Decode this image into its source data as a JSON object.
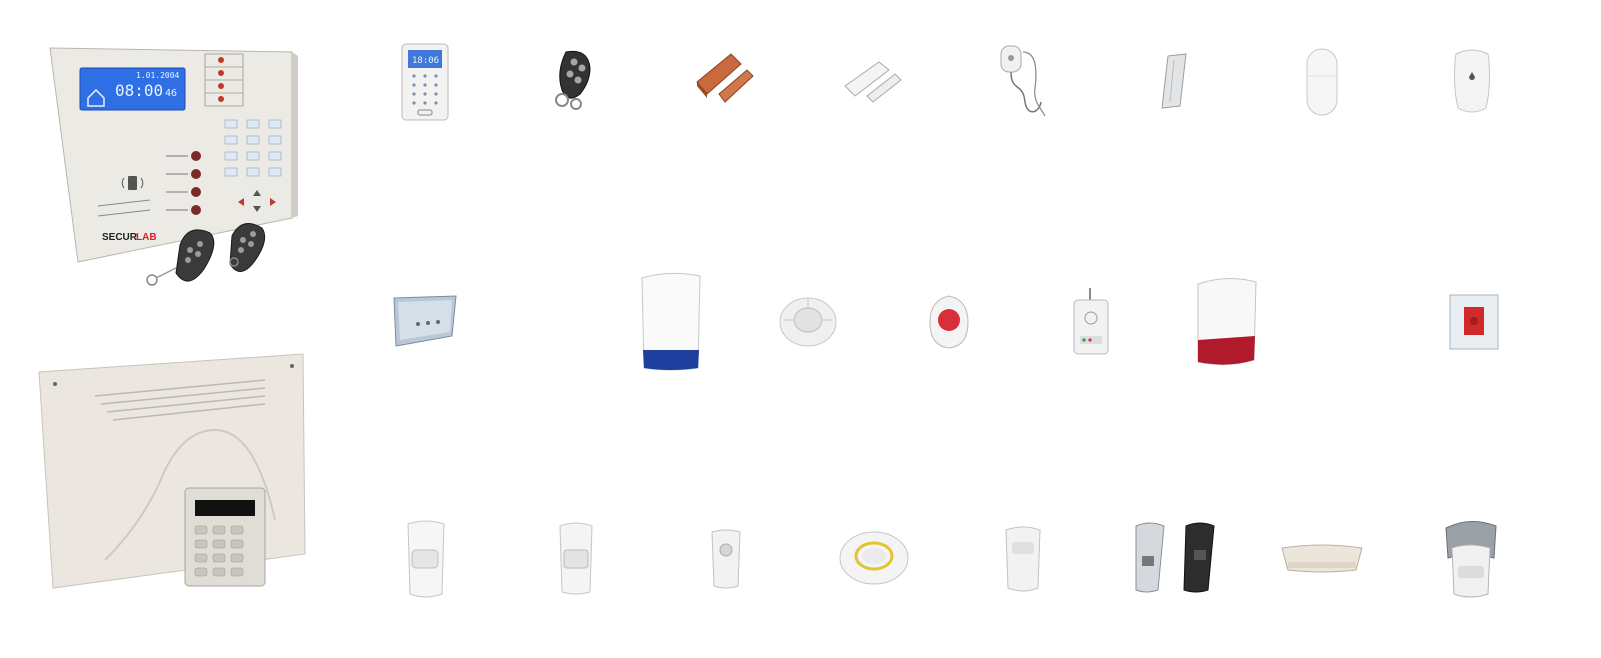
{
  "panel": {
    "brand_part1": "SECUR",
    "brand_part2": "LAB",
    "lcd_date": "1.01.2004",
    "lcd_time": "08:00",
    "lcd_seconds": "46"
  },
  "small_keypad": {
    "lcd_time": "18:06"
  },
  "colors": {
    "lcd_blue": "#2f6fe6",
    "brand_red": "#d2232a",
    "siren_blue": "#1e3f9e",
    "siren_red": "#b01a2a",
    "contact_orange": "#c8693e"
  },
  "products": [
    "alarm-control-panel-with-remotes",
    "wall-panel-with-keypad",
    "wireless-lcd-keypad",
    "four-button-remote",
    "orange-door-contact",
    "white-door-contact",
    "water-leak-detector",
    "vibration-sensor",
    "curtain-motion-sensor",
    "pet-motion-sensor",
    "glass-break-sensor",
    "outdoor-siren-blue",
    "smoke-detector",
    "panic-button",
    "gas-detector",
    "outdoor-siren-red",
    "emergency-pull-switch",
    "pir-detector-a",
    "pir-detector-b",
    "pir-detector-c",
    "ceiling-detector",
    "pir-detector-d",
    "outdoor-curtain-detectors",
    "beam-curtain-sensor",
    "outdoor-dual-tech-detector"
  ]
}
